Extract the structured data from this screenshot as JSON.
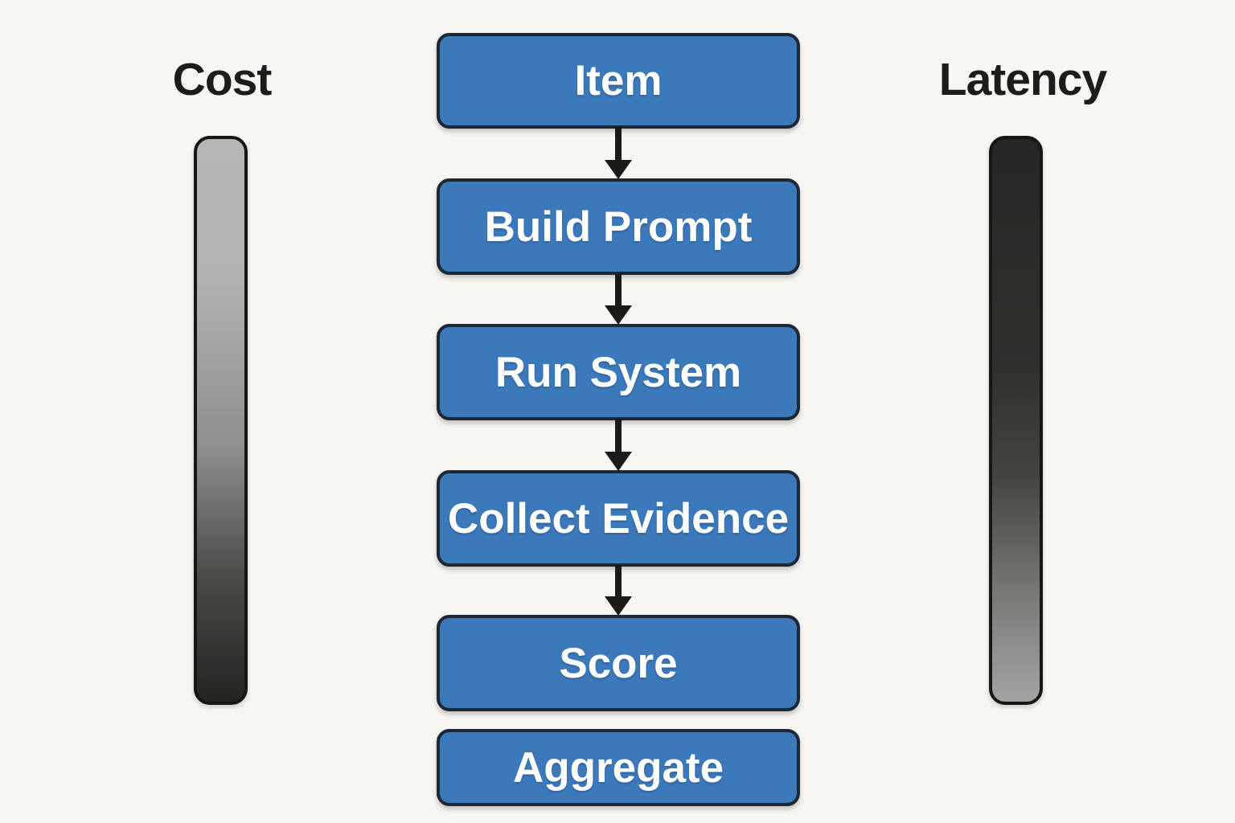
{
  "canvas": {
    "background_color": "#f8f6f1"
  },
  "flow": {
    "box_fill_color": "#3b79bb",
    "box_border_color": "#1c2836",
    "box_text_color": "#ffffff",
    "arrow_color": "#1a1a1a",
    "steps": [
      {
        "label": "Item",
        "arrow_to_next": true
      },
      {
        "label": "Build Prompt",
        "arrow_to_next": true
      },
      {
        "label": "Run System",
        "arrow_to_next": true
      },
      {
        "label": "Collect Evidence",
        "arrow_to_next": true
      },
      {
        "label": "Score",
        "arrow_to_next": false
      },
      {
        "label": "Aggregate",
        "arrow_to_next": false
      }
    ]
  },
  "gauges": {
    "label_text_color": "#1c1c1c",
    "bar_border_color": "#161614",
    "cost": {
      "label": "Cost",
      "gradient_top_color": "#b6b6b6",
      "gradient_bottom_color": "#242320"
    },
    "latency": {
      "label": "Latency",
      "gradient_top_color": "#272624",
      "gradient_bottom_color": "#a3a3a1"
    }
  }
}
